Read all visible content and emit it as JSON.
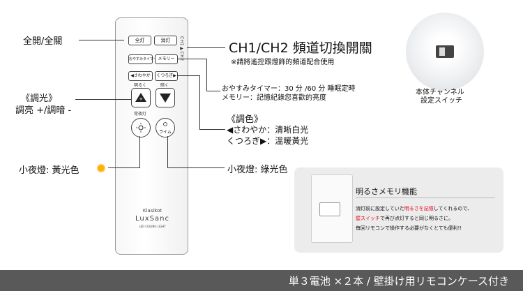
{
  "remote": {
    "btn_all_on": "全灯",
    "btn_off": "消灯",
    "btn_sleep": "おやすみタイマー",
    "btn_memory": "メモリー",
    "btn_fresh": "◀さわやか",
    "btn_relax": "くつろぎ▶",
    "label_bright": "明るく",
    "label_dark": "暗く",
    "label_night": "常夜灯",
    "btn_lime": "ライム",
    "side": "CH1▶CH2",
    "brand_top": "Klasikot",
    "brand_name": "LuxSanc",
    "brand_sub": "LED CEILING LIGHT"
  },
  "labels": {
    "all_on_off": "全開/全關",
    "dim_title": "《調光》",
    "dim_desc": "調亮 +/調暗 -",
    "night_yellow": "小夜燈: 黃光色",
    "night_green": "小夜燈: 綠光色",
    "channel_title": "CH1/CH2 頻道切換開關",
    "channel_note": "※請將遙控跟燈飾的頻道配合使用",
    "timer_line1": "おやすみタイマー：30 分 /60 分 睡眠定時",
    "timer_line2": "メモリー：記憶紀錄您喜歡的亮度",
    "color_title": "《調色》",
    "color_line1": "◀さわやか：清晰白光",
    "color_line2": "くつろぎ▶：溫暖黃光",
    "photo_caption1": "本体チャンネル",
    "photo_caption2": "設定スイッチ"
  },
  "card": {
    "title": "明るさメモリ機能",
    "line1_pre": "消灯前に設定していた",
    "line1_red": "明るさを記憶",
    "line1_post": "してくれるので、",
    "line2_red": "壁スイッチ",
    "line2_post": "で再び点灯すると同じ明るさに。",
    "line3": "毎回リモコンで操作する必要がなくとても便利!!"
  },
  "footer": {
    "text": "単３電池 ×２本 / 壁掛け用リモコンケース付き"
  }
}
